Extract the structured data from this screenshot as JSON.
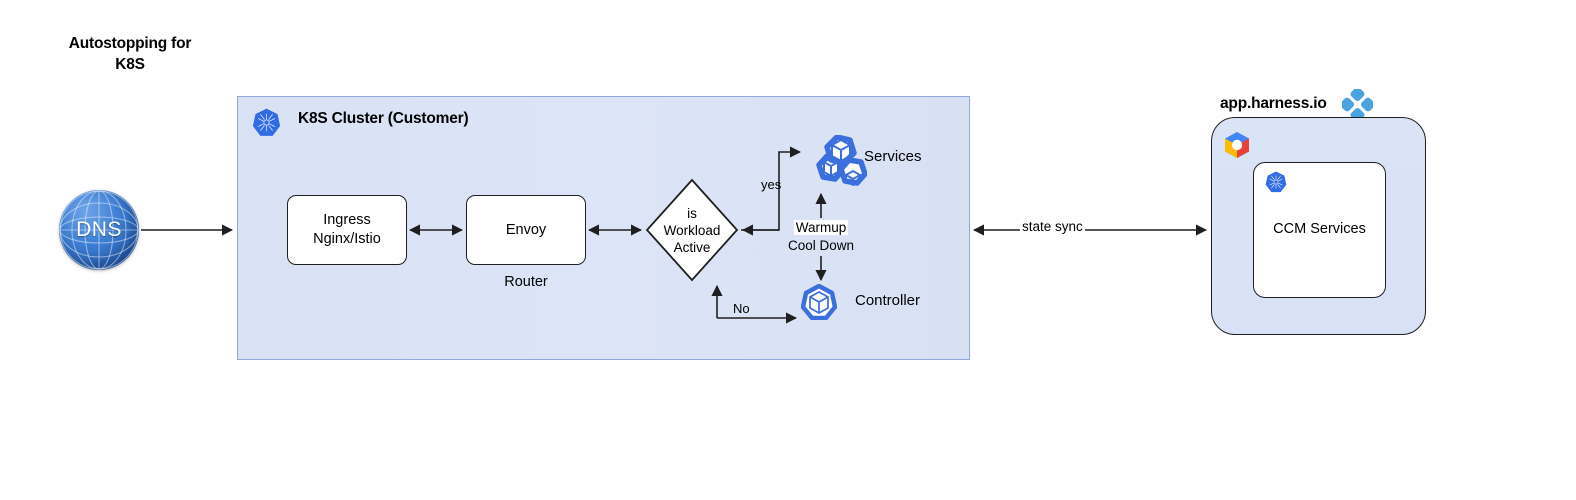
{
  "diagram": {
    "title_line1": "Autostopping for",
    "title_line2": "K8S"
  },
  "cluster": {
    "title": "K8S Cluster (Customer)",
    "icon": "kubernetes-icon",
    "fill_color": "#dae3f6",
    "border_color": "#8fa8d8"
  },
  "nodes": {
    "dns": {
      "label": "DNS",
      "icon": "globe-icon",
      "color": "#3d7fd4"
    },
    "ingress": {
      "line1": "Ingress",
      "line2": "Nginx/Istio"
    },
    "envoy": {
      "label": "Envoy",
      "sublabel": "Router"
    },
    "decision": {
      "line1": "is",
      "line2": "Workload",
      "line3": "Active"
    },
    "services": {
      "label": "Services",
      "icon": "kubernetes-pods-icon",
      "color": "#3b6fdd"
    },
    "controller": {
      "label": "Controller",
      "icon": "kubernetes-pod-icon",
      "color": "#3b6fdd"
    },
    "warmup": {
      "line1": "Warmup",
      "line2": "Cool Down"
    }
  },
  "edges": {
    "yes": "yes",
    "no": "No",
    "state_sync": "state sync"
  },
  "harness": {
    "title": "app.harness.io",
    "logo": "harness-diamond-icon",
    "logo_color": "#4aa3e0",
    "cloud_logo": "gcp-hexagon-icon",
    "ccm": {
      "label": "CCM Services",
      "icon": "kubernetes-icon"
    }
  }
}
